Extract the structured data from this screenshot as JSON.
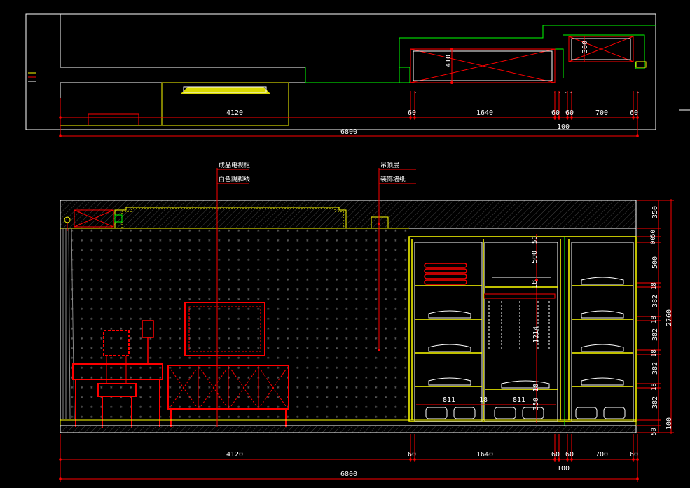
{
  "colors": {
    "background": "#000000",
    "wall": "#ffffff",
    "furniture": "#ffff00",
    "ceiling": "#00ff00",
    "dimension": "#ff0000",
    "label": "#ffffff"
  },
  "annotations": {
    "tv_cabinet": "成品电视柜",
    "baseboard": "白色踢脚线",
    "ceiling_layer": "吊顶层",
    "wallpaper": "装饰墙纸"
  },
  "plan_dims": {
    "d4120": "4120",
    "d60a": "60",
    "d1640": "1640",
    "d60b": "60",
    "d60c": "60",
    "d700": "700",
    "d60d": "60",
    "d100": "100",
    "d6800": "6800",
    "d410": "410",
    "d300": "300"
  },
  "elev_dims": {
    "d4120": "4120",
    "d60a": "60",
    "d1640": "1640",
    "d60b": "60",
    "d60c": "60",
    "d700": "700",
    "d60d": "60",
    "d100": "100",
    "d6800": "6800"
  },
  "right_dims": {
    "d350": "350",
    "d50": "50",
    "d00": "00",
    "d500": "500",
    "d18a": "18",
    "d382a": "382",
    "d18b": "18",
    "d382b": "382",
    "d18c": "18",
    "d382c": "382",
    "d18d": "18",
    "d382d": "382",
    "d50b": "50",
    "d100": "100",
    "d2760": "2760"
  },
  "wardrobe_dims": {
    "d500": "500",
    "d18": "18",
    "d1214": "1214",
    "d18b": "18",
    "d350": "350",
    "d811a": "811",
    "d18c": "18",
    "d811b": "811",
    "d50": "50"
  }
}
